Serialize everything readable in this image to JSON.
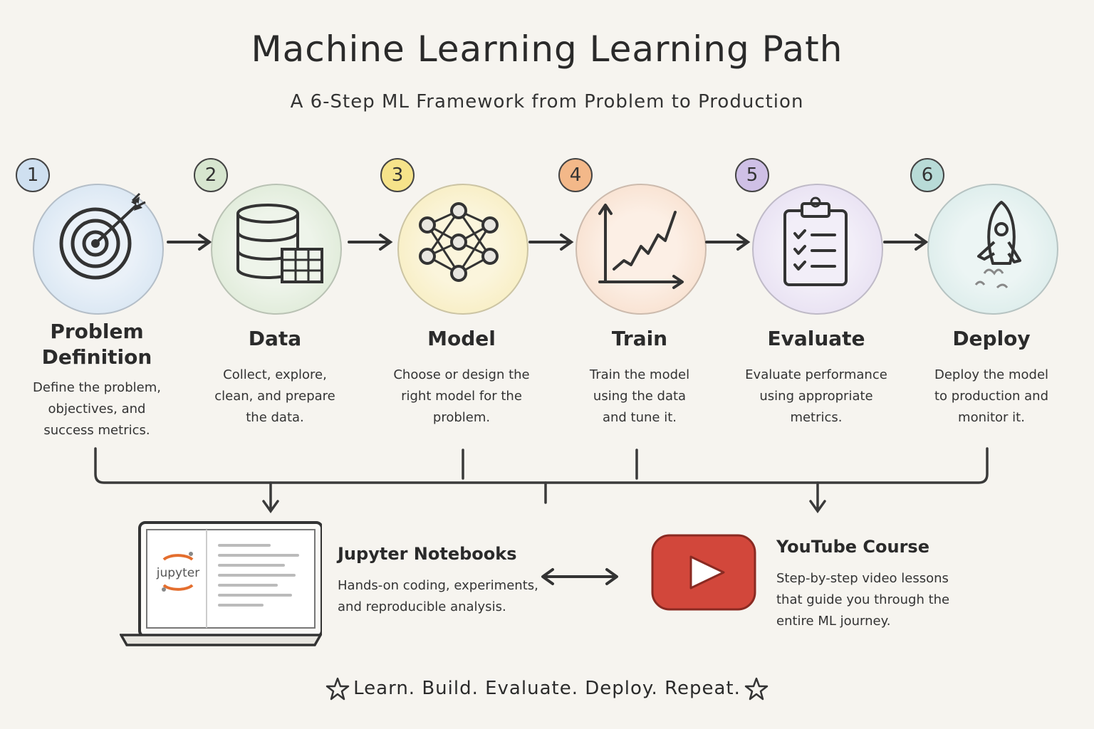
{
  "title": "Machine Learning Learning Path",
  "subtitle": "A 6-Step ML Framework from Problem to Production",
  "steps": [
    {
      "number": "1",
      "title_line1": "Problem",
      "title_line2": "Definition",
      "desc_lines": [
        "Define the problem,",
        "objectives, and",
        "success metrics."
      ],
      "icon": "target-icon",
      "color": "#cfe0f0"
    },
    {
      "number": "2",
      "title_line1": "Data",
      "title_line2": "",
      "desc_lines": [
        "Collect, explore,",
        "clean, and prepare",
        "the data."
      ],
      "icon": "database-icon",
      "color": "#d7e6cf"
    },
    {
      "number": "3",
      "title_line1": "Model",
      "title_line2": "",
      "desc_lines": [
        "Choose or design the",
        "right model for the",
        "problem."
      ],
      "icon": "neural-network-icon",
      "color": "#f6eab5"
    },
    {
      "number": "4",
      "title_line1": "Train",
      "title_line2": "",
      "desc_lines": [
        "Train the model",
        "using the data",
        "and tune it."
      ],
      "icon": "line-chart-icon",
      "color": "#f6d9c4"
    },
    {
      "number": "5",
      "title_line1": "Evaluate",
      "title_line2": "",
      "desc_lines": [
        "Evaluate performance",
        "using appropriate",
        "metrics."
      ],
      "icon": "clipboard-checklist-icon",
      "color": "#e2d9ef"
    },
    {
      "number": "6",
      "title_line1": "Deploy",
      "title_line2": "",
      "desc_lines": [
        "Deploy the model",
        "to production and",
        "monitor it."
      ],
      "icon": "rocket-icon",
      "color": "#d3e8e6"
    }
  ],
  "resources": {
    "jupyter": {
      "title": "Jupyter Notebooks",
      "logo_text": "jupyter",
      "desc_lines": [
        "Hands-on coding, experiments,",
        "and reproducible analysis."
      ],
      "icon": "laptop-icon",
      "accent": "#e46e2e"
    },
    "youtube": {
      "title": "YouTube Course",
      "desc_lines": [
        "Step-by-step video lessons",
        "that guide you through the",
        "entire ML journey."
      ],
      "icon": "youtube-play-icon",
      "accent": "#d2473b"
    }
  },
  "footer": "Learn. Build. Evaluate. Deploy. Repeat."
}
